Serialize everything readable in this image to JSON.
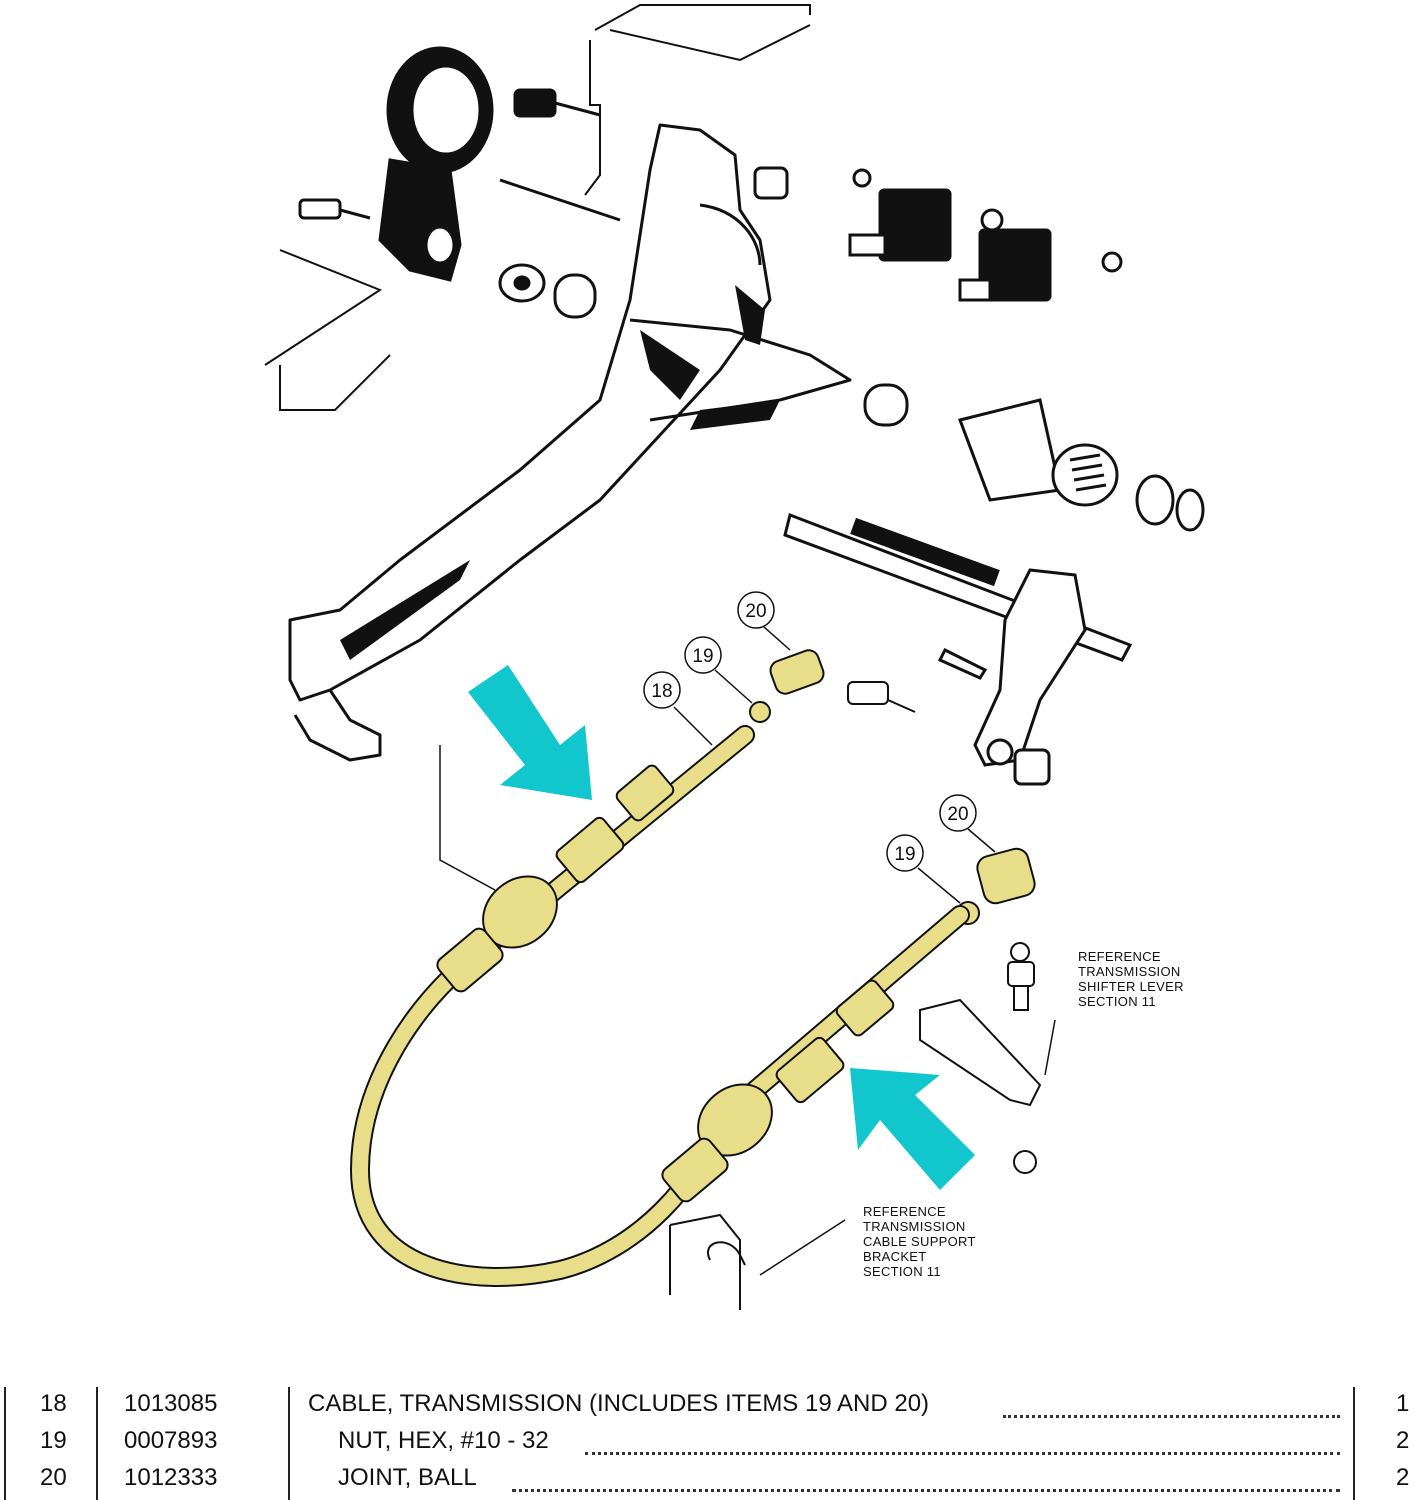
{
  "callouts": {
    "upper_20": "20",
    "upper_19": "19",
    "upper_18": "18",
    "lower_20": "20",
    "lower_19": "19"
  },
  "references": {
    "shifter_lever": [
      "REFERENCE",
      "TRANSMISSION",
      "SHIFTER LEVER",
      "SECTION 11"
    ],
    "support_bracket": [
      "REFERENCE",
      "TRANSMISSION",
      "CABLE SUPPORT",
      "BRACKET",
      "SECTION 11"
    ]
  },
  "colors": {
    "arrow": "#11c6cc",
    "cable_highlight": "#e8de8a",
    "line_art": "#111111"
  },
  "parts": [
    {
      "item": "18",
      "part_no": "1013085",
      "description": "CABLE, TRANSMISSION (INCLUDES ITEMS 19 AND 20)",
      "qty": "1"
    },
    {
      "item": "19",
      "part_no": "0007893",
      "description": "NUT, HEX, #10 - 32",
      "qty": "2"
    },
    {
      "item": "20",
      "part_no": "1012333",
      "description": "JOINT, BALL",
      "qty": "2"
    }
  ]
}
